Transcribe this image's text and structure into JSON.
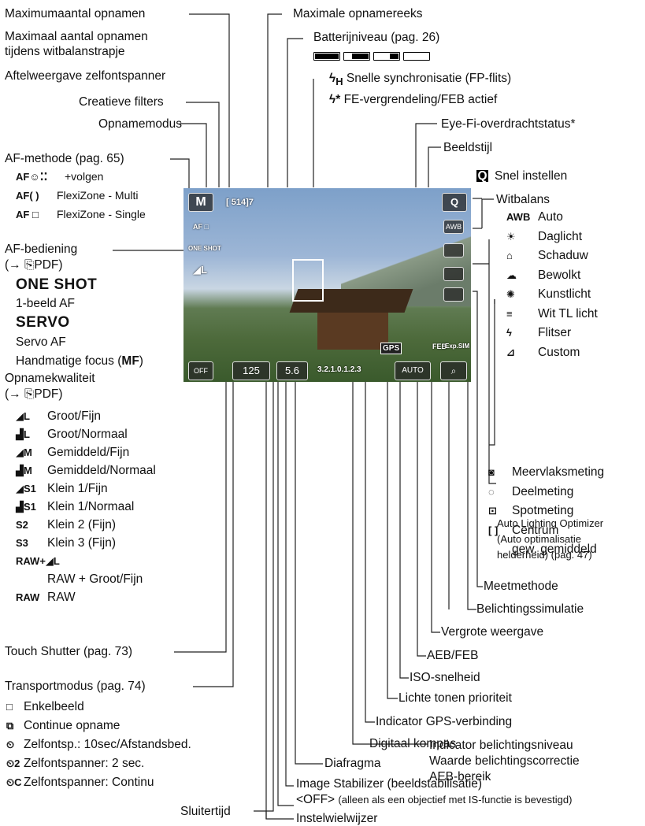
{
  "top": {
    "max_shots": "Maximumaantal opnamen",
    "max_shots_wb_1": "Maximaal aantal opnamen",
    "max_shots_wb_2": "tijdens witbalanstrapje",
    "self_timer_countdown": "Aftelweergave zelfontspanner",
    "creative_filters": "Creatieve filters",
    "shooting_mode": "Opnamemodus",
    "max_burst": "Maximale opnamereeks",
    "battery": "Batterijniveau (pag. 26)",
    "fp_flash": "Snelle synchronisatie (FP-flits)",
    "fe_lock": "FE-vergrendeling/FEB actief",
    "eyefi": "Eye-Fi-overdrachtstatus*",
    "picture_style": "Beeldstijl",
    "quick_control": "Snel instellen"
  },
  "af_method": {
    "title": "AF-methode (pag. 65)",
    "items": [
      {
        "icon": "AF☺⁚⁚",
        "label": "+volgen"
      },
      {
        "icon": "AF( )",
        "label": "FlexiZone - Multi"
      },
      {
        "icon": "AF □",
        "label": "FlexiZone - Single"
      }
    ]
  },
  "af_operation": {
    "title": "AF-bediening",
    "ref": "(→ ⎘PDF)",
    "one_shot": "ONE SHOT",
    "one_shot_desc": "1-beeld AF",
    "servo": "SERVO",
    "servo_desc": "Servo AF",
    "mf_prefix": "Handmatige focus (",
    "mf_bold": "MF",
    "mf_suffix": ")"
  },
  "quality": {
    "title": "Opnamekwaliteit",
    "ref": "(→ ⎘PDF)",
    "items": [
      {
        "icon": "◢L",
        "label": "Groot/Fijn"
      },
      {
        "icon": "▟L",
        "label": "Groot/Normaal"
      },
      {
        "icon": "◢M",
        "label": "Gemiddeld/Fijn"
      },
      {
        "icon": "▟M",
        "label": "Gemiddeld/Normaal"
      },
      {
        "icon": "◢S1",
        "label": "Klein 1/Fijn"
      },
      {
        "icon": "▟S1",
        "label": "Klein 1/Normaal"
      },
      {
        "icon": "S2",
        "label": "Klein 2 (Fijn)"
      },
      {
        "icon": "S3",
        "label": "Klein 3 (Fijn)"
      },
      {
        "icon": "RAW+◢L",
        "label": ""
      },
      {
        "icon": "",
        "label": "RAW + Groot/Fijn"
      },
      {
        "icon": "RAW",
        "label": "RAW"
      }
    ]
  },
  "touch_shutter": "Touch Shutter (pag. 73)",
  "drive": {
    "title": "Transportmodus (pag. 74)",
    "items": [
      {
        "icon": "□",
        "label": "Enkelbeeld"
      },
      {
        "icon": "⧉",
        "label": "Continue opname"
      },
      {
        "icon": "⏲",
        "label": "Zelfontsp.: 10sec/Afstandsbed."
      },
      {
        "icon": "⏲2",
        "label": "Zelfontspanner: 2 sec."
      },
      {
        "icon": "⏲C",
        "label": "Zelfontspanner: Continu"
      }
    ]
  },
  "bottom": {
    "shutter_speed": "Sluitertijd",
    "dial_pointer": "Instelwielwijzer",
    "image_stabilizer": "Image Stabilizer (beeldstabilisatie)",
    "is_off_1": "<OFF>",
    "is_off_2": "(alleen als een objectief met IS-functie is bevestigd)",
    "aperture": "Diafragma"
  },
  "white_balance": {
    "title": "Witbalans",
    "items": [
      {
        "icon": "AWB",
        "label": "Auto"
      },
      {
        "icon": "☀",
        "label": "Daglicht"
      },
      {
        "icon": "⌂",
        "label": "Schaduw"
      },
      {
        "icon": "☁",
        "label": "Bewolkt"
      },
      {
        "icon": "✺",
        "label": "Kunstlicht"
      },
      {
        "icon": "≡",
        "label": "Wit TL licht"
      },
      {
        "icon": "ϟ",
        "label": "Flitser"
      },
      {
        "icon": "⊿",
        "label": "Custom"
      }
    ]
  },
  "alo": {
    "line1": "Auto Lighting Optimizer",
    "line2": "(Auto optimalisatie",
    "line3": "helderheid) (pag. 47)"
  },
  "metering": {
    "title": "Meetmethode",
    "items": [
      {
        "icon": "◙",
        "label": "Meervlaksmeting"
      },
      {
        "icon": "◌",
        "label": "Deelmeting"
      },
      {
        "icon": "⊡",
        "label": "Spotmeting"
      },
      {
        "icon": "[ ]",
        "label": "Centrum"
      },
      {
        "icon": "",
        "label": "gew. gemiddeld"
      }
    ]
  },
  "right_bottom": {
    "exposure_sim": "Belichtingssimulatie",
    "magnify": "Vergrote weergave",
    "aeb_feb": "AEB/FEB",
    "iso": "ISO-snelheid",
    "highlight_priority": "Lichte tonen prioriteit",
    "gps": "Indicator GPS-verbinding",
    "compass": "Digitaal kompas",
    "exposure_level_1": "Indicator belichtingsniveau",
    "exposure_level_2": "Waarde belichtingscorrectie",
    "exposure_level_3": "AEB-bereik"
  },
  "screen": {
    "mode": "M",
    "count": "[ 514]7",
    "af": "AF □",
    "oneshot": "ONE SHOT",
    "quality": "◢L",
    "q_btn": "Q",
    "awb": "AWB",
    "shutter": "125",
    "aperture": "5.6",
    "scale": "3.2.1.0.1.2.3",
    "gps": "GPS",
    "feb": "FEB",
    "expsim": "Exp.SIM",
    "iso": "AUTO",
    "touch": "OFF"
  }
}
